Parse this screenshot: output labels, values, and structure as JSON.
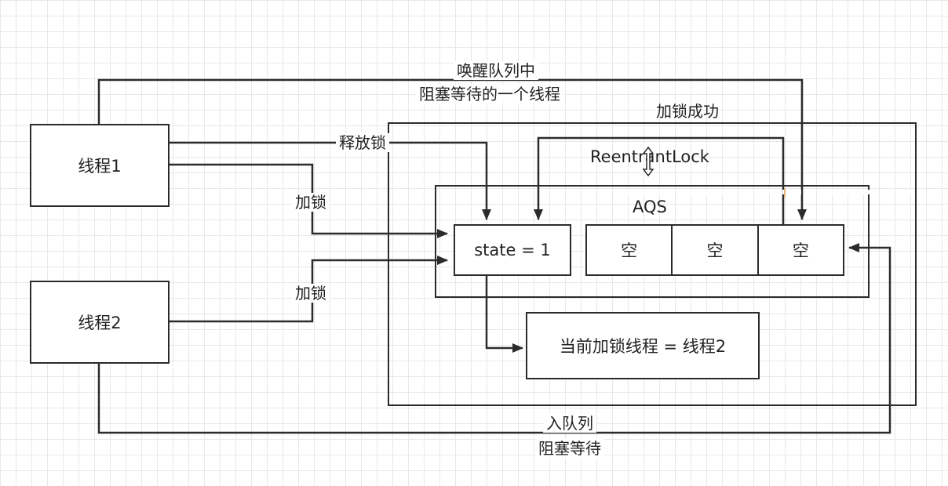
{
  "nodes": {
    "thread1": "线程1",
    "thread2": "线程2",
    "state": "state = 1",
    "owner": "当前加锁线程 = 线程2",
    "queue_cells": [
      "空",
      "空",
      "空"
    ]
  },
  "containers": {
    "reentrant_lock": "ReentrantLock",
    "aqs": "AQS"
  },
  "edge_labels": {
    "wake_line1": "唤醒队列中",
    "wake_line2": "阻塞等待的一个线程",
    "lock_success": "加锁成功",
    "release": "释放锁",
    "lock1": "加锁",
    "lock2": "加锁",
    "enqueue_line1": "入队列",
    "enqueue_line2": "阻塞等待"
  },
  "colors": {
    "stroke": "#2b2b2b",
    "grid": "#e8e8e8"
  }
}
